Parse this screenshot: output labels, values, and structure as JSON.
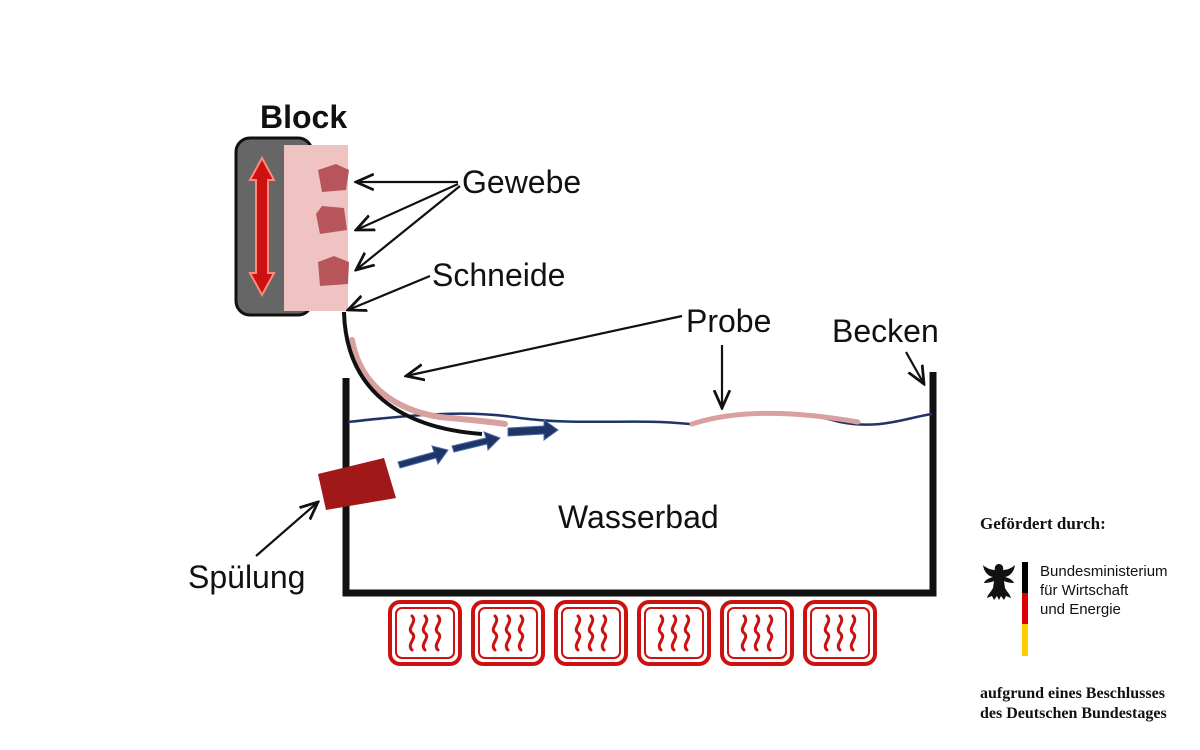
{
  "diagram": {
    "labels": {
      "block": "Block",
      "gewebe": "Gewebe",
      "schneide": "Schneide",
      "probe": "Probe",
      "becken": "Becken",
      "wasserbad": "Wasserbad",
      "spuelung": "Spülung"
    },
    "heater_count": 6,
    "colors": {
      "outline": "#111111",
      "water_line": "#1f3566",
      "flow_arrow": "#1f3566",
      "sample": "#d9a0a0",
      "tissue": "#b8555a",
      "block_bg": "#f0c3c3",
      "holder": "#666666",
      "heater": "#cc1111",
      "nozzle": "#a01818"
    }
  },
  "sponsor": {
    "heading": "Gefördert durch:",
    "ministry_lines": [
      "Bundesministerium",
      "für Wirtschaft",
      "und Energie"
    ],
    "footer_lines": [
      "aufgrund eines Beschlusses",
      "des Deutschen Bundestages"
    ],
    "flag_colors": [
      "#000000",
      "#dd0000",
      "#ffcc00"
    ]
  }
}
